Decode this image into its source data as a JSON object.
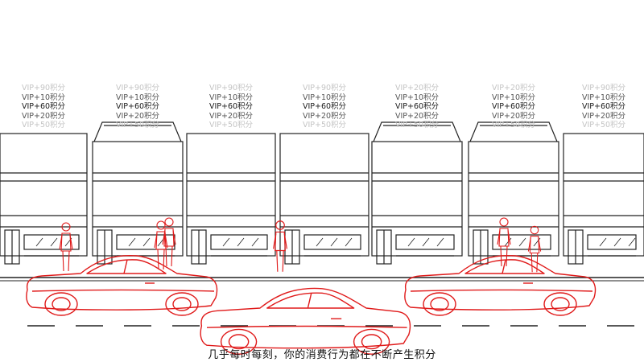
{
  "colors": {
    "sketch_line": "#222222",
    "car_line": "#e01a1a",
    "points_strong": "#1a1a1a",
    "points_faint": "#c4c4c4"
  },
  "buildings": [
    {
      "type": "flat",
      "points": [
        "VIP+90积分",
        "VIP+10积分",
        "VIP+60积分",
        "VIP+20积分",
        "VIP+50积分"
      ],
      "highlight": 2
    },
    {
      "type": "gable",
      "points": [
        "VIP+90积分",
        "VIP+10积分",
        "VIP+60积分",
        "VIP+20积分",
        "VIP+50积分"
      ],
      "highlight": 2
    },
    {
      "type": "flat",
      "points": [
        "VIP+90积分",
        "VIP+10积分",
        "VIP+60积分",
        "VIP+20积分",
        "VIP+50积分"
      ],
      "highlight": 2
    },
    {
      "type": "flat",
      "points": [
        "VIP+90积分",
        "VIP+10积分",
        "VIP+60积分",
        "VIP+20积分",
        "VIP+50积分"
      ],
      "highlight": 2
    },
    {
      "type": "gable",
      "points": [
        "VIP+20积分",
        "VIP+10积分",
        "VIP+60积分",
        "VIP+20积分",
        "VIP+50积分"
      ],
      "highlight": 2
    },
    {
      "type": "gable",
      "points": [
        "VIP+20积分",
        "VIP+10积分",
        "VIP+60积分",
        "VIP+20积分",
        "VIP+50积分"
      ],
      "highlight": 2
    },
    {
      "type": "flat",
      "points": [
        "VIP+90积分",
        "VIP+10积分",
        "VIP+60积分",
        "VIP+20积分",
        "VIP+50积分"
      ],
      "highlight": 2
    }
  ],
  "caption": "几乎每时每刻，你的消费行为都在不断产生积分"
}
